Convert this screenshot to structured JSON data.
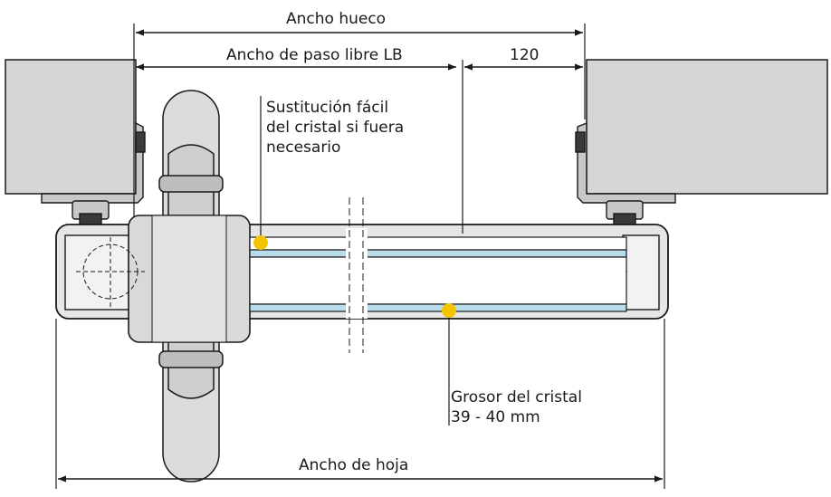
{
  "labels": {
    "opening_width": "Ancho hueco",
    "clear_passage": "Ancho de paso libre LB",
    "offset": "120",
    "glass_replacement": [
      "Sustitución fácil",
      "del cristal si fuera",
      "necesario"
    ],
    "glass_thickness": [
      "Grosor del cristal",
      "39 - 40 mm"
    ],
    "leaf_width": "Ancho de hoja"
  },
  "colors": {
    "wall_fill": "#d6d6d6",
    "profile_fill": "#e6e6e6",
    "handle_fill": "#dcdcdc",
    "glass_fill": "#b9dcea",
    "marker": "#f5c400",
    "line": "#1a1a1a"
  }
}
